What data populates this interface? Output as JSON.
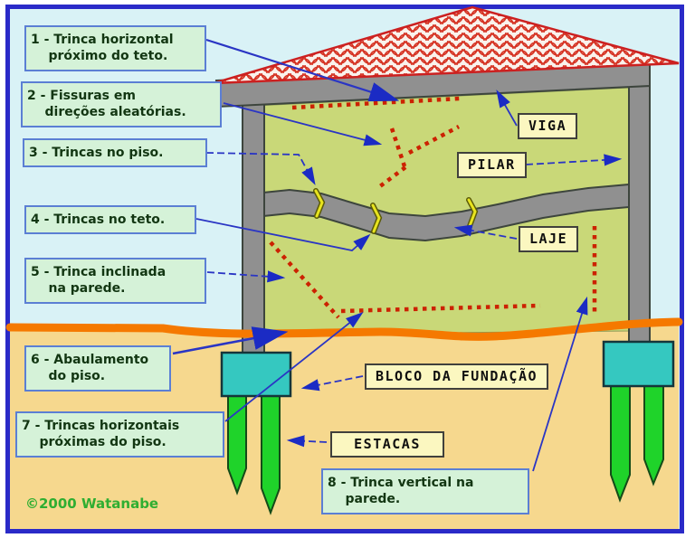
{
  "diagram": {
    "title_hint": "Pathologies of building foundations diagram",
    "copyright": "©2000 Watanabe",
    "callouts": [
      {
        "id": "1",
        "text": "1 - Trinca horizontal\n    próximo do teto."
      },
      {
        "id": "2",
        "text": "2 - Fissuras em\n    direções aleatórias."
      },
      {
        "id": "3",
        "text": "3 - Trincas no piso."
      },
      {
        "id": "4",
        "text": "4 - Trincas no teto."
      },
      {
        "id": "5",
        "text": "5 - Trinca inclinada\n    na parede."
      },
      {
        "id": "6",
        "text": "6 - Abaulamento\n    do piso."
      },
      {
        "id": "7",
        "text": "7 - Trincas horizontais\n    próximas do piso."
      },
      {
        "id": "8",
        "text": "8 - Trinca vertical na\n    parede."
      }
    ],
    "structure_labels": {
      "viga": "VIGA",
      "pilar": "PILAR",
      "laje": "LAJE",
      "bloco": "BLOCO DA FUNDAÇÃO",
      "estacas": "ESTACAS"
    },
    "colors": {
      "frame_blue": "#2a2ac8",
      "sky": "#d9f2f6",
      "ground_tan": "#f6d88e",
      "ground_line_orange": "#f57900",
      "wall_olive": "#c9d878",
      "concrete_gray": "#909090",
      "foundation_teal": "#35c8c0",
      "pile_green": "#1fd32a",
      "crack_red": "#cc2200",
      "roof_red": "#d53020",
      "arrow_blue": "#2a35c4",
      "callout_bg": "#d5f2d8",
      "struct_label_bg": "#fbf7c0"
    }
  }
}
